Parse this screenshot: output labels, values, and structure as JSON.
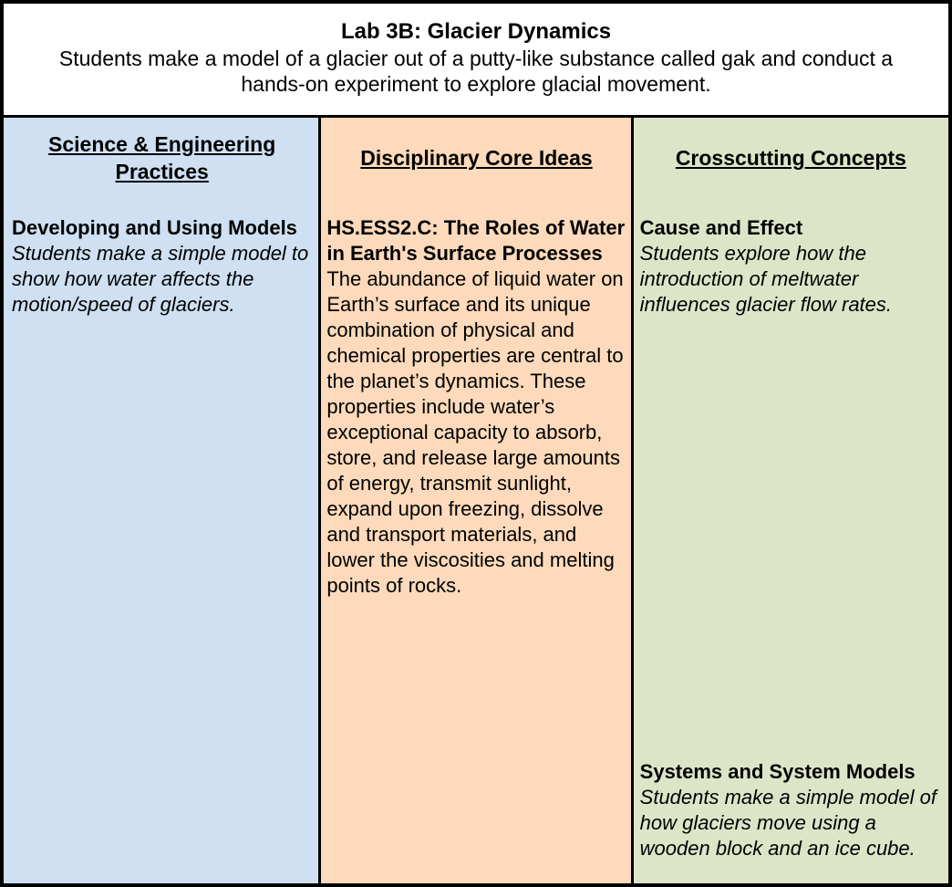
{
  "header": {
    "title": "Lab 3B: Glacier Dynamics",
    "description": "Students make a model of a glacier out of a putty-like substance called gak and conduct a hands-on experiment to explore glacial movement."
  },
  "columns": [
    {
      "header": "Science & Engineering Practices",
      "bg_color": "#cee0f2",
      "blocks": [
        {
          "heading": "Developing and Using Models",
          "body": "Students make a simple model to show how water affects the motion/speed of glaciers."
        }
      ]
    },
    {
      "header": "Disciplinary Core Ideas",
      "bg_color": "#fcdabb",
      "blocks": [
        {
          "heading": "HS.ESS2.C: The Roles of Water in Earth's Surface Processes",
          "body": "The abundance of liquid water on Earth’s surface and its unique combination of physical and chemical properties are central to the planet’s dynamics. These properties include water’s exceptional capacity to absorb, store, and release large amounts of energy, transmit sunlight, expand upon freezing, dissolve and transport materials, and lower the viscosities and melting points of rocks."
        }
      ]
    },
    {
      "header": "Crosscutting Concepts",
      "bg_color": "#dde5c9",
      "blocks": [
        {
          "heading": "Cause and Effect",
          "body": "Students explore how the introduction of meltwater influences glacier flow rates."
        },
        {
          "heading": "Systems and System Models",
          "body": "Students make a simple model of how glaciers move using a wooden block and an ice cube."
        }
      ]
    }
  ],
  "colors": {
    "border": "#000000",
    "header_bg": "#ffffff",
    "text": "#000000"
  }
}
